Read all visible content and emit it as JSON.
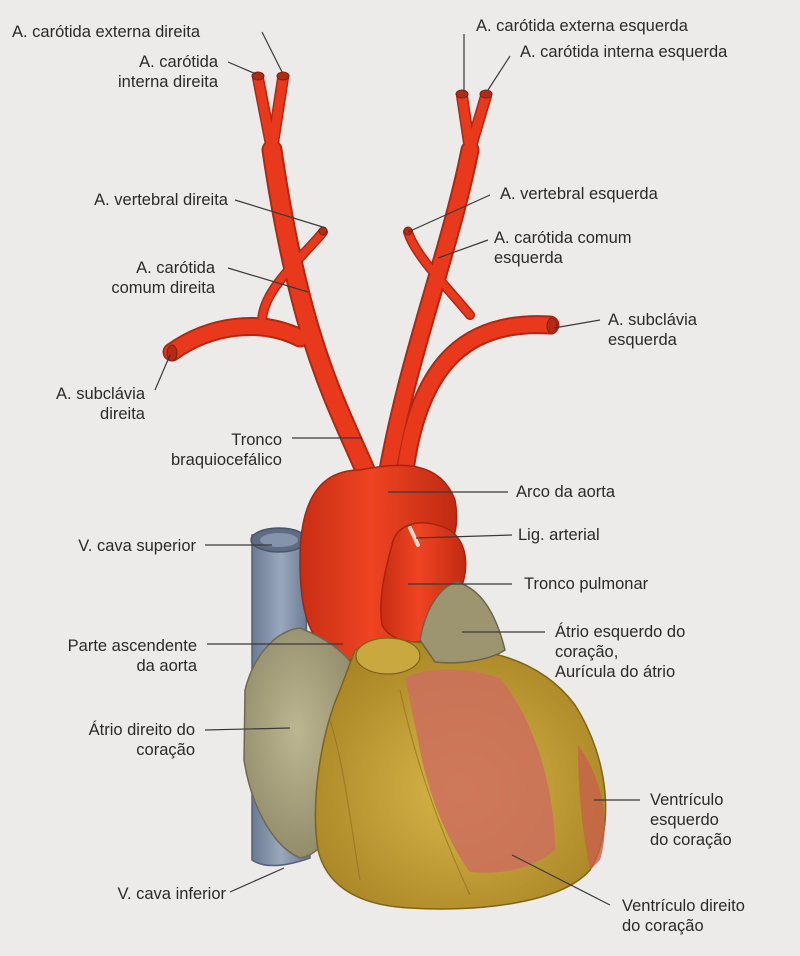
{
  "labels": {
    "carotida_externa_direita": [
      "A. carótida externa direita"
    ],
    "carotida_interna_direita": [
      "A. carótida",
      "interna direita"
    ],
    "carotida_externa_esquerda": [
      "A. carótida externa esquerda"
    ],
    "carotida_interna_esquerda": [
      "A. carótida interna esquerda"
    ],
    "vertebral_direita": [
      "A. vertebral direita"
    ],
    "vertebral_esquerda": [
      "A. vertebral esquerda"
    ],
    "carotida_comum_direita": [
      "A. carótida",
      "comum direita"
    ],
    "carotida_comum_esquerda": [
      "A. carótida comum",
      "esquerda"
    ],
    "subclavia_esquerda": [
      "A. subclávia",
      "esquerda"
    ],
    "subclavia_direita": [
      "A. subclávia",
      "direita"
    ],
    "tronco_braquiocefalico": [
      "Tronco",
      "braquiocefálico"
    ],
    "arco_aorta": [
      "Arco da aorta"
    ],
    "lig_arterial": [
      "Lig. arterial"
    ],
    "cava_superior": [
      "V. cava superior"
    ],
    "tronco_pulmonar": [
      "Tronco pulmonar"
    ],
    "parte_ascendente_aorta": [
      "Parte ascendente",
      "da aorta"
    ],
    "atrio_esquerdo": [
      "Átrio esquerdo do",
      "coração,",
      "Aurícula do átrio"
    ],
    "atrio_direito": [
      "Átrio direito do",
      "coração"
    ],
    "ventriculo_esquerdo": [
      "Ventrículo",
      "esquerdo",
      "do coração"
    ],
    "cava_inferior": [
      "V. cava inferior"
    ],
    "ventriculo_direito": [
      "Ventrículo direito",
      "do coração"
    ]
  },
  "colors": {
    "background": "#ecebe9",
    "artery": "#e8381c",
    "artery_dark": "#c42a12",
    "vein": "#7f8ea6",
    "ventricle": "#c9a43a",
    "ventricle_muscle": "#cc6e5c",
    "atrium": "#a8a07c"
  }
}
